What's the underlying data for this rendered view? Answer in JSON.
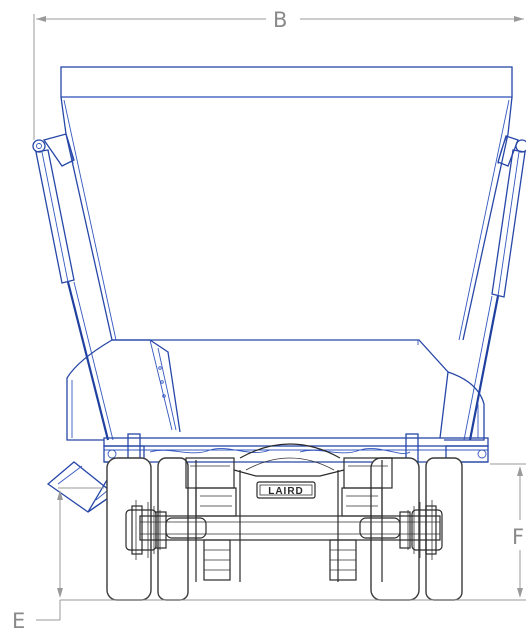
{
  "dimensions": {
    "width_label": "B",
    "ground_clearance_label": "E",
    "height_label": "F"
  },
  "brand": {
    "logo_text": "LAIRD"
  },
  "colors": {
    "body_outline": "#2747a8",
    "chassis_outline": "#2a2a2a",
    "dimension_lines": "#9a9a9a"
  }
}
